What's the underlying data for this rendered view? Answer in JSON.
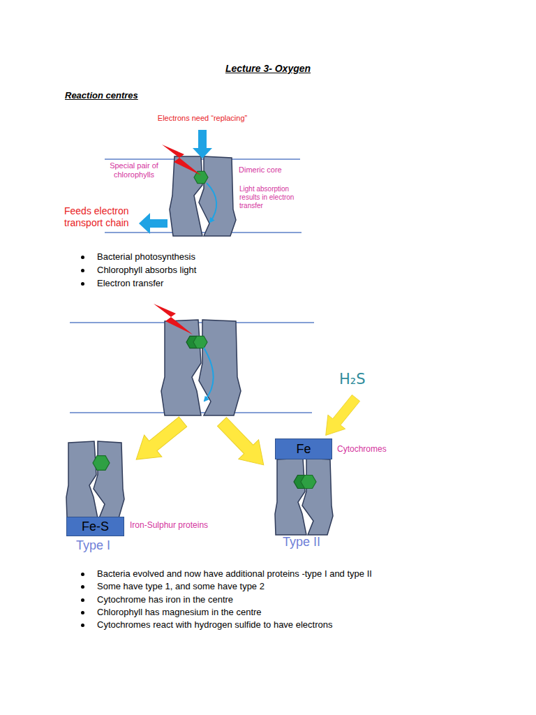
{
  "diagram": {
    "title": "Lecture 3- Oxygen",
    "nodes": [
      {
        "text": [
          "Fe"
        ]
      },
      {
        "text": [
          "Fe-S"
        ]
      }
    ],
    "labels": [
      "Reaction centres",
      "Electrons need “replacing”",
      "Special pair of chlorophylls",
      "Dimeric core",
      "Light absorption results in electron transfer",
      "Feeds electron transport chain",
      "Bacterial photosynthesis",
      "Chlorophyll absorbs light",
      "Electron transfer",
      "H₂S",
      "Cytochromes",
      "Iron-Sulphur proteins",
      "Type I",
      "Type II",
      "Bacteria evolved and now have additional proteins -type I and type II",
      "Some have type 1, and some have type 2",
      "Cytochrome has iron in the centre",
      "Chlorophyll has magnesium in the centre",
      "Cytochromes react with hydrogen sulfide to have electrons"
    ]
  }
}
